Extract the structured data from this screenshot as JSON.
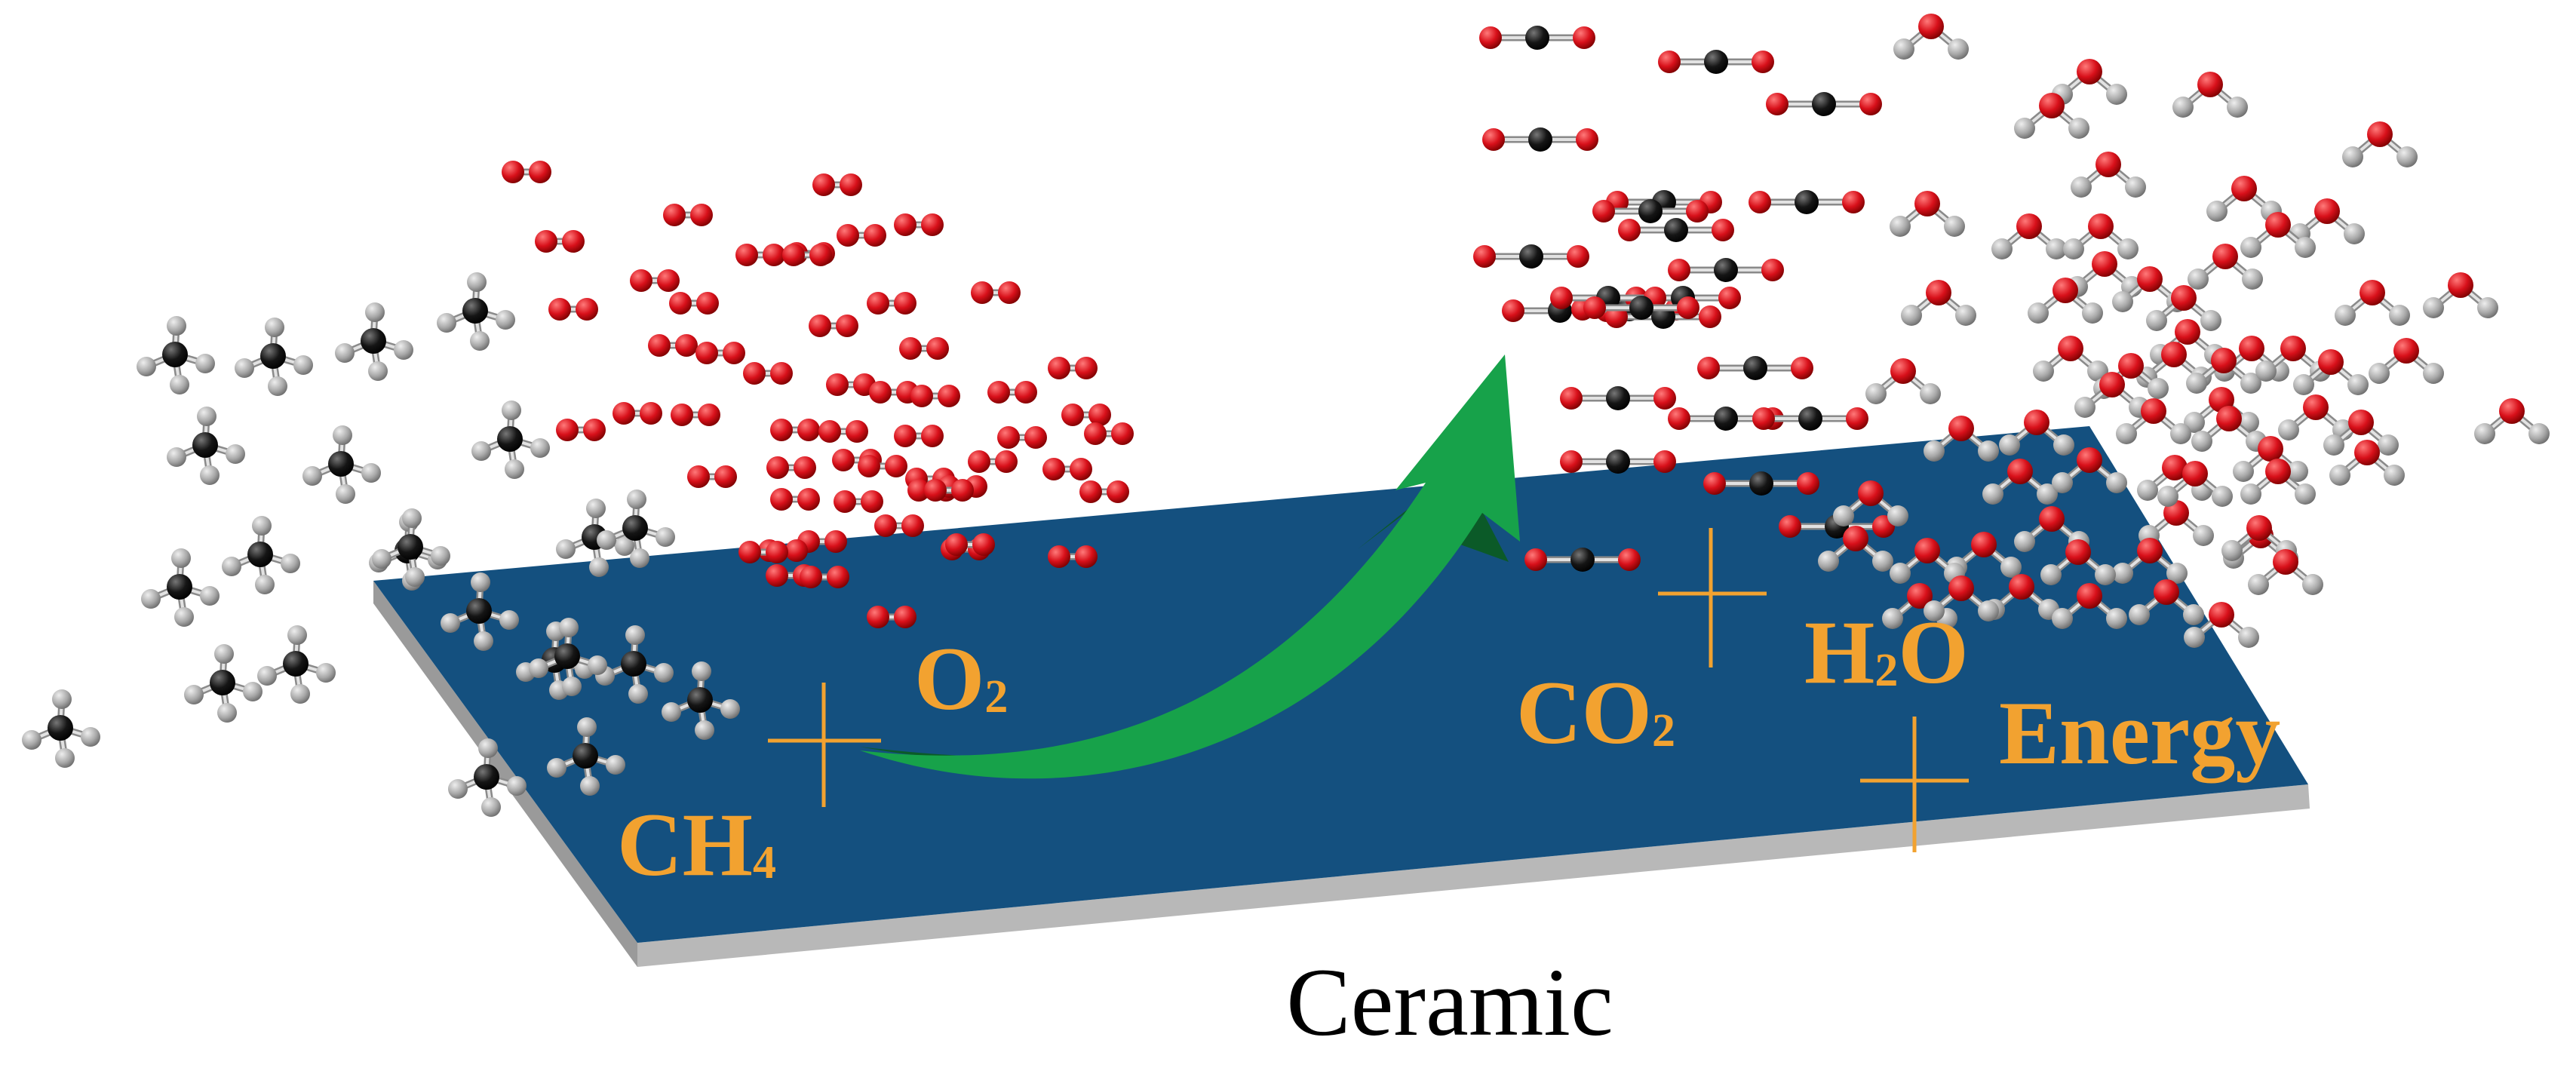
{
  "labels": {
    "ch4_main": "CH",
    "ch4_sub": "4",
    "o2_main": "O",
    "o2_sub": "2",
    "co2_main": "CO",
    "co2_sub": "2",
    "h2o_main": "H",
    "h2o_sub": "2",
    "h2o_end": "O",
    "energy": "Energy",
    "caption": "Ceramic"
  },
  "colors": {
    "label": "#f2a230",
    "plate_top": "#14507f",
    "plate_edge": "#b8b8b8",
    "arrow": "#17a24a",
    "arrow_shadow": "#0b5a28",
    "oxygen_atom": "#d8101a",
    "carbon_atom": "#151515",
    "hydrogen_atom": "#a8a8a8",
    "caption": "#000000"
  },
  "icons": {
    "reaction_arrow": "curved-arrow-icon",
    "methane": "methane-molecule-icon",
    "oxygen": "oxygen-molecule-icon",
    "carbon_dioxide": "carbon-dioxide-molecule-icon",
    "water": "water-molecule-icon",
    "plus": "plus-sign-icon"
  }
}
